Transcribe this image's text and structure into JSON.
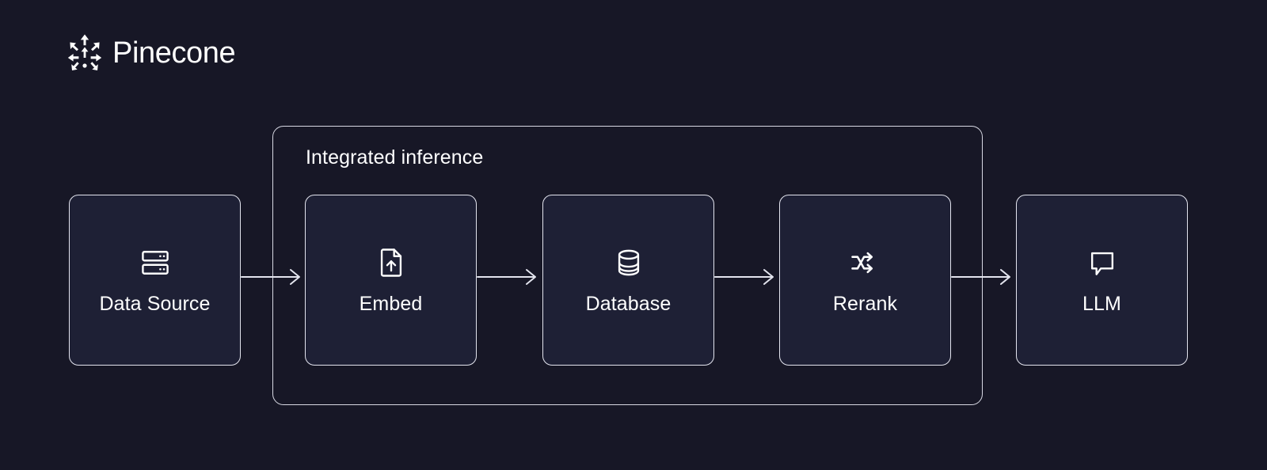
{
  "brand": {
    "name": "Pinecone",
    "logo_icon": "pinecone-arrows-hex-logo",
    "color": "#ffffff"
  },
  "theme": {
    "background": "#171726",
    "node_fill": "#1e2035",
    "stroke": "#e3e4ee",
    "text": "#ffffff"
  },
  "diagram": {
    "type": "flow",
    "group": {
      "label": "Integrated inference",
      "contains": [
        "Embed",
        "Database",
        "Rerank"
      ]
    },
    "nodes": [
      {
        "label": "Data Source",
        "icon": "server-rack-icon",
        "in_group": false
      },
      {
        "label": "Embed",
        "icon": "file-upload-icon",
        "in_group": true
      },
      {
        "label": "Database",
        "icon": "database-cylinder-icon",
        "in_group": true
      },
      {
        "label": "Rerank",
        "icon": "shuffle-icon",
        "in_group": true
      },
      {
        "label": "LLM",
        "icon": "chat-bubble-icon",
        "in_group": false
      }
    ],
    "arrows": [
      {
        "from": "Data Source",
        "to": "Embed",
        "icon": "arrow-right-icon"
      },
      {
        "from": "Embed",
        "to": "Database",
        "icon": "arrow-right-icon"
      },
      {
        "from": "Database",
        "to": "Rerank",
        "icon": "arrow-right-icon"
      },
      {
        "from": "Rerank",
        "to": "LLM",
        "icon": "arrow-right-icon"
      }
    ]
  }
}
